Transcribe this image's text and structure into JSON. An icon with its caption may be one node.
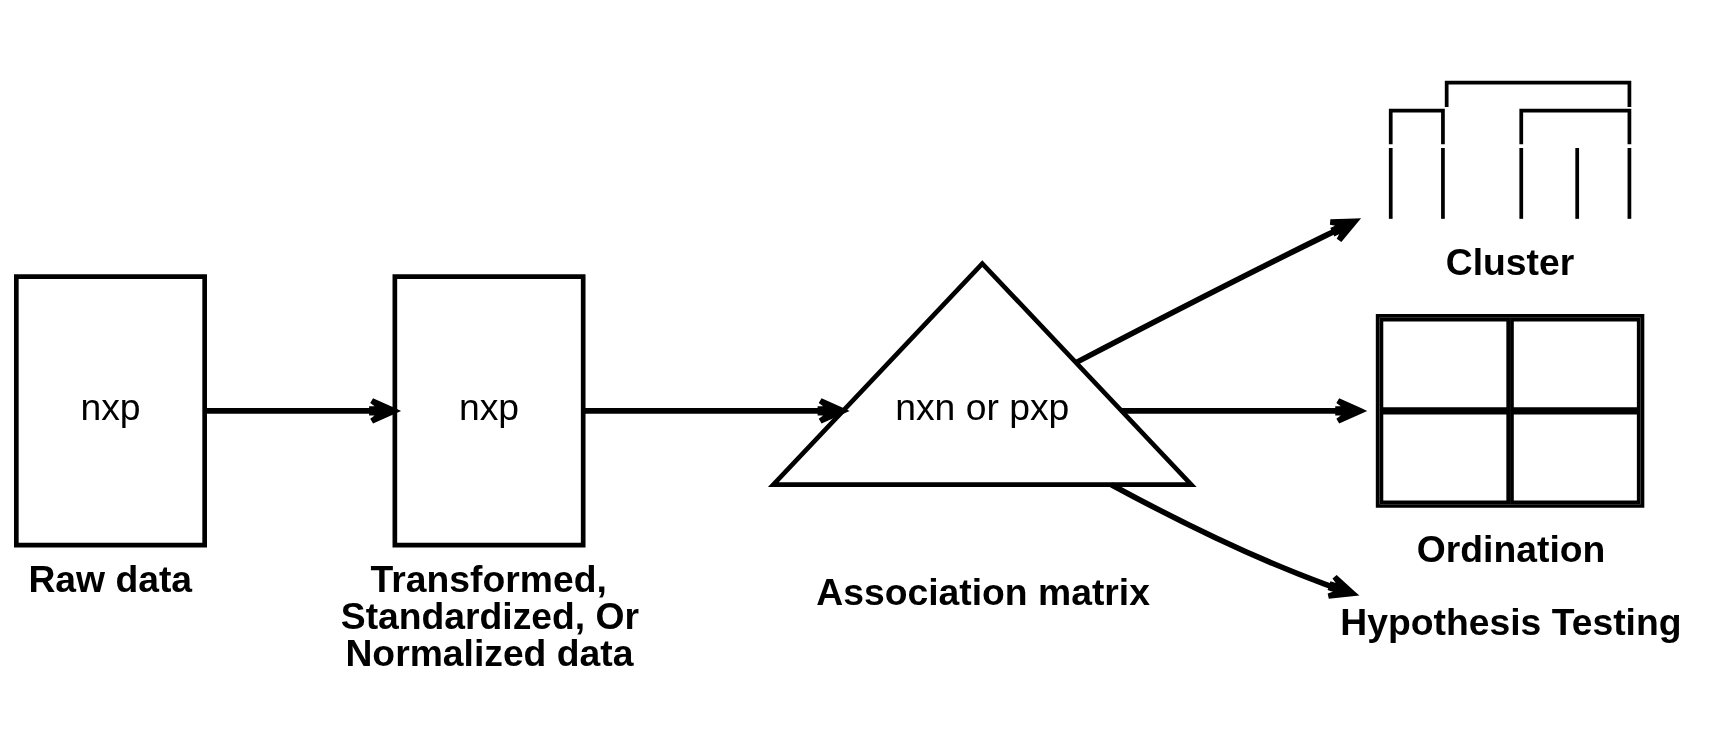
{
  "diagram": {
    "nodes": [
      {
        "text": [
          "nxp"
        ],
        "beside": [
          "Raw data"
        ]
      },
      {
        "text": [
          "nxp"
        ],
        "beside": [
          "Transformed, Standardized, Or Normalized data"
        ]
      },
      {
        "text": [
          "nxn or pxp"
        ],
        "beside": [
          "Association matrix"
        ]
      },
      {
        "text": [],
        "shape": "dendrogram",
        "beside": [
          "Cluster"
        ]
      },
      {
        "text": [],
        "shape": "grid",
        "beside": [
          "Ordination"
        ]
      },
      {
        "text": [
          "Hypothesis Testing"
        ]
      }
    ],
    "edges": [
      {
        "from": 0,
        "to": 1,
        "arrow": "to"
      },
      {
        "from": 1,
        "to": 2,
        "arrow": "to"
      },
      {
        "from": 2,
        "to": 3,
        "arrow": "to"
      },
      {
        "from": 2,
        "to": 4,
        "arrow": "to"
      },
      {
        "from": 2,
        "to": 5,
        "arrow": "to"
      }
    ]
  }
}
